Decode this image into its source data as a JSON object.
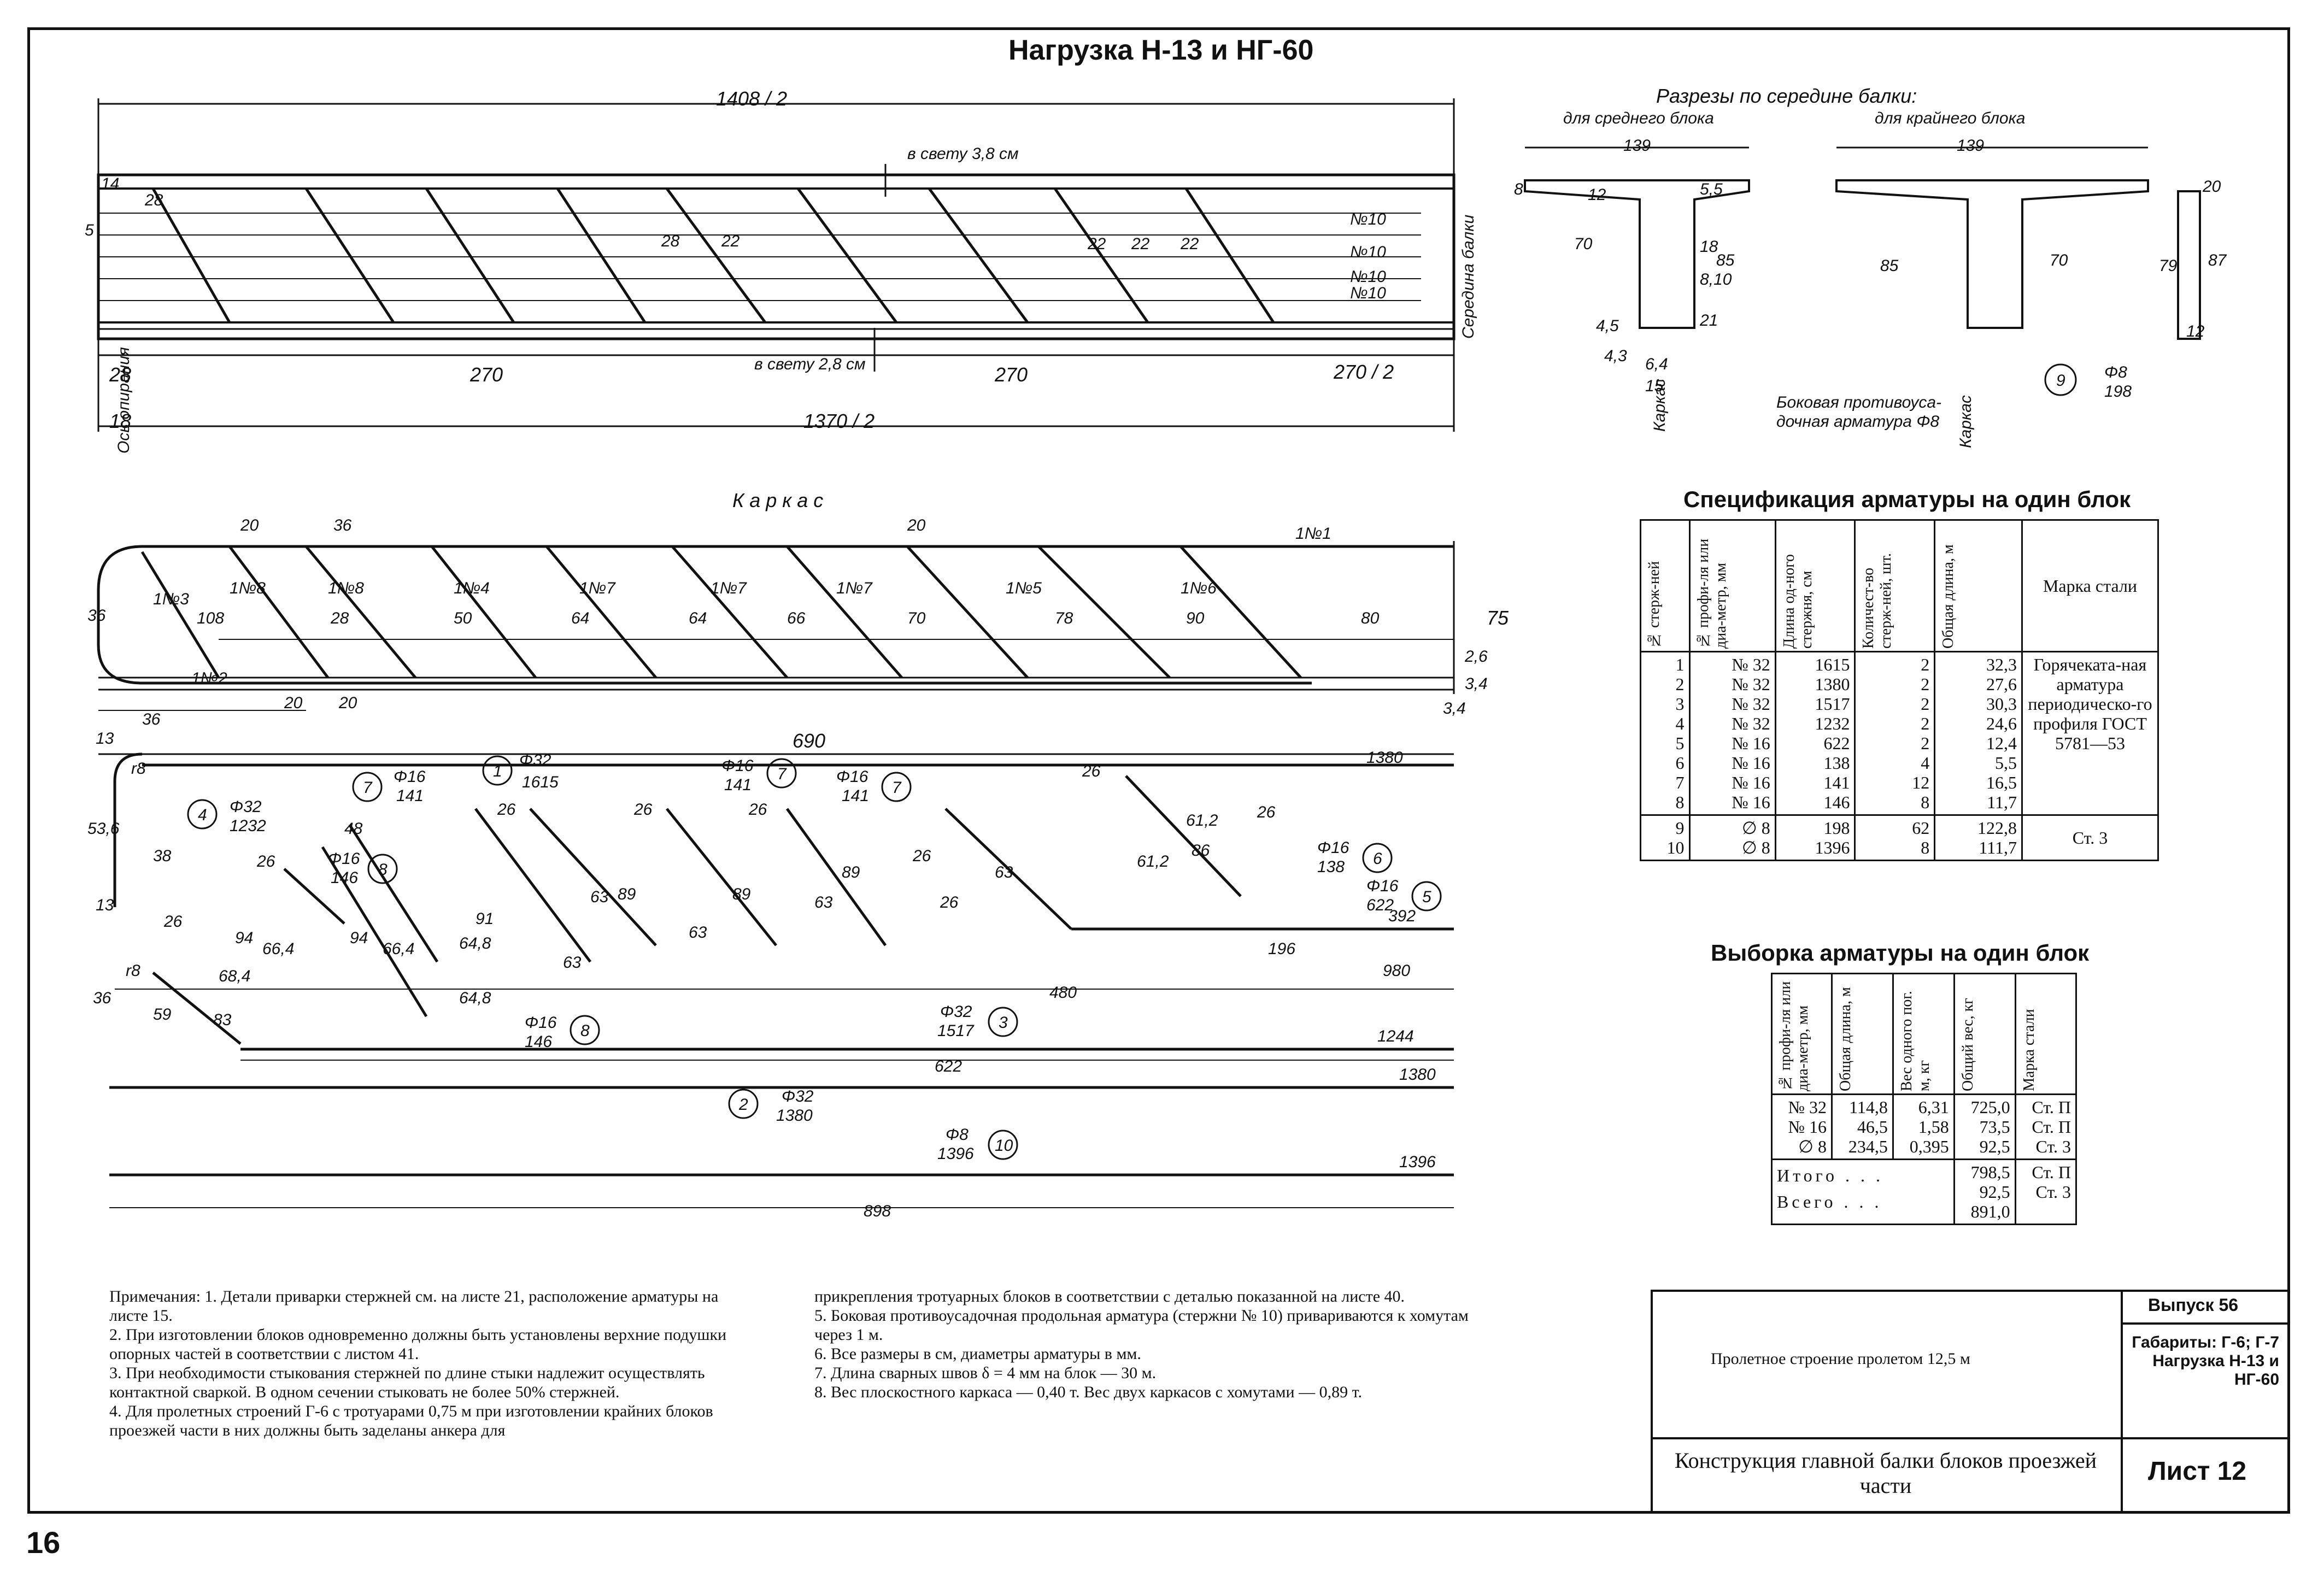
{
  "title": "Нагрузка Н-13 и НГ-60",
  "sections": {
    "heading": "Разрезы по середине балки:",
    "middle": "для среднего блока",
    "edge": "для крайнего блока",
    "side_note_1": "Боковая противоуса-",
    "side_note_2": "дочная арматура Φ8",
    "karkas_label": "Каркас",
    "section_dims": [
      "139",
      "139",
      "70",
      "85",
      "85",
      "70",
      "12",
      "5,5",
      "8",
      "4,5",
      "4,3",
      "6,4",
      "15",
      "79",
      "87",
      "20",
      "12",
      "Φ8",
      "198",
      "9",
      "18",
      "8,10",
      "21"
    ]
  },
  "elevation": {
    "top_dim": "1408 / 2",
    "clear_top": "в свету 3,8 см",
    "clear_bottom": "в свету 2,8 см",
    "dims": [
      "28",
      "270",
      "270",
      "270 / 2",
      "18",
      "1370 / 2"
    ],
    "spacings": [
      "28",
      "28",
      "22",
      "22",
      "22",
      "22"
    ],
    "bars": [
      "№10",
      "№10",
      "№10",
      "№10"
    ],
    "axis": "Ось опирания",
    "mid": "Середина балки",
    "small": [
      "14",
      "5"
    ]
  },
  "karkas": {
    "title": "Каркас",
    "dims_top": [
      "20",
      "36",
      "20"
    ],
    "dims_mid": [
      "108",
      "28",
      "50",
      "64",
      "64",
      "66",
      "70",
      "78",
      "90",
      "80"
    ],
    "dims_bot": [
      "36",
      "20",
      "20"
    ],
    "right": [
      "75",
      "2,6",
      "3,4",
      "3,4",
      "36"
    ],
    "bars": [
      "1№1",
      "1№2",
      "1№3",
      "1№8",
      "1№8",
      "1№4",
      "1№7",
      "1№7",
      "1№7",
      "1№5",
      "1№6"
    ]
  },
  "details": {
    "top_len": "690",
    "right_len": "1380",
    "labels": [
      {
        "n": "1",
        "d": "Φ32",
        "l": "1615"
      },
      {
        "n": "7",
        "d": "Φ16",
        "l": "141"
      },
      {
        "n": "7",
        "d": "Φ16",
        "l": "141"
      },
      {
        "n": "7",
        "d": "Φ16",
        "l": "141"
      },
      {
        "n": "4",
        "d": "Φ32",
        "l": "1232"
      },
      {
        "n": "8",
        "d": "Φ16",
        "l": "146"
      },
      {
        "n": "6",
        "d": "Φ16",
        "l": "138"
      },
      {
        "n": "5",
        "d": "Φ16",
        "l": "622"
      },
      {
        "n": "8",
        "d": "Φ16",
        "l": "146"
      },
      {
        "n": "3",
        "d": "Φ32",
        "l": "1517"
      },
      {
        "n": "2",
        "d": "Φ32",
        "l": "1380"
      },
      {
        "n": "10",
        "d": "Φ8",
        "l": "1396"
      }
    ],
    "lengths": [
      "392",
      "196",
      "480",
      "980",
      "1244",
      "622",
      "1380",
      "1396",
      "898"
    ],
    "misc": [
      "13",
      "53,6",
      "38",
      "48",
      "26",
      "26",
      "26",
      "26",
      "26",
      "26",
      "26",
      "26",
      "63",
      "89",
      "63",
      "89",
      "63",
      "89",
      "91",
      "63",
      "64,8",
      "63",
      "94",
      "66,4",
      "94",
      "66,4",
      "68,4",
      "64,8",
      "36",
      "59",
      "83",
      "61,2",
      "86",
      "61,2",
      "26",
      "r8",
      "r8",
      "13"
    ]
  },
  "spec_table": {
    "title": "Спецификация арматуры на один блок",
    "headers": [
      "№ стерж-ней",
      "№ профи-ля или диа-метр, мм",
      "Длина од-ного стержня, см",
      "Количест-во стерж-ней, шт.",
      "Общая длина, м",
      "Марка стали"
    ],
    "rows": [
      [
        "1",
        "№ 32",
        "1615",
        "2",
        "32,3"
      ],
      [
        "2",
        "№ 32",
        "1380",
        "2",
        "27,6"
      ],
      [
        "3",
        "№ 32",
        "1517",
        "2",
        "30,3"
      ],
      [
        "4",
        "№ 32",
        "1232",
        "2",
        "24,6"
      ],
      [
        "5",
        "№ 16",
        "622",
        "2",
        "12,4"
      ],
      [
        "6",
        "№ 16",
        "138",
        "4",
        "5,5"
      ],
      [
        "7",
        "№ 16",
        "141",
        "12",
        "16,5"
      ],
      [
        "8",
        "№ 16",
        "146",
        "8",
        "11,7"
      ]
    ],
    "steel_1": "Горячеката-ная арматура периодическо-го профиля ГОСТ 5781—53",
    "rows2": [
      [
        "9",
        "∅ 8",
        "198",
        "62",
        "122,8"
      ],
      [
        "10",
        "∅ 8",
        "1396",
        "8",
        "111,7"
      ]
    ],
    "steel_2": "Ст. 3"
  },
  "sel_table": {
    "title": "Выборка арматуры на один блок",
    "headers": [
      "№ профи-ля или диа-метр, мм",
      "Общая длина, м",
      "Вес одного пог. м, кг",
      "Общий вес, кг",
      "Марка стали"
    ],
    "rows": [
      [
        "№ 32",
        "114,8",
        "6,31",
        "725,0",
        "Ст. П"
      ],
      [
        "№ 16",
        "46,5",
        "1,58",
        "73,5",
        "Ст. П"
      ],
      [
        "∅ 8",
        "234,5",
        "0,395",
        "92,5",
        "Ст. 3"
      ]
    ],
    "itogo": "Итого . . .",
    "itogo_v": [
      "798,5",
      "92,5"
    ],
    "itogo_s": [
      "Ст. П",
      "Ст. 3"
    ],
    "vsego": "Всего . . .",
    "vsego_v": "891,0"
  },
  "notes": {
    "left": [
      "Примечания: 1. Детали приварки стержней см. на листе 21, расположение арматуры на листе 15.",
      "2. При изготовлении блоков одновременно должны быть установлены верхние подушки опорных частей в соответствии с листом 41.",
      "3. При необходимости стыкования стержней по длине стыки надлежит осуществлять контактной сваркой. В одном сечении стыковать не более 50% стержней.",
      "4. Для пролетных строений Г-6 с тротуарами 0,75 м при изготовлении крайних блоков проезжей части в них должны быть заделаны анкера для"
    ],
    "right": [
      "прикрепления тротуарных блоков в соответствии с деталью показанной на листе 40.",
      "5. Боковая противоусадочная продольная арматура (стержни № 10) привариваются к хомутам через 1 м.",
      "6. Все размеры в см, диаметры арматуры в мм.",
      "7. Длина сварных швов δ = 4 мм на блок — 30 м.",
      "8. Вес плоскостного каркаса — 0,40 т. Вес двух каркасов с хомутами — 0,89 т."
    ]
  },
  "stamp": {
    "issue": "Выпуск 56",
    "span": "Пролетное строение пролетом 12,5 м",
    "gabarity": "Габариты: Г-6; Г-7 Нагрузка Н-13 и НГ-60",
    "construction": "Конструкция главной балки блоков проезжей части",
    "sheet": "Лист 12"
  },
  "page_number": "16"
}
